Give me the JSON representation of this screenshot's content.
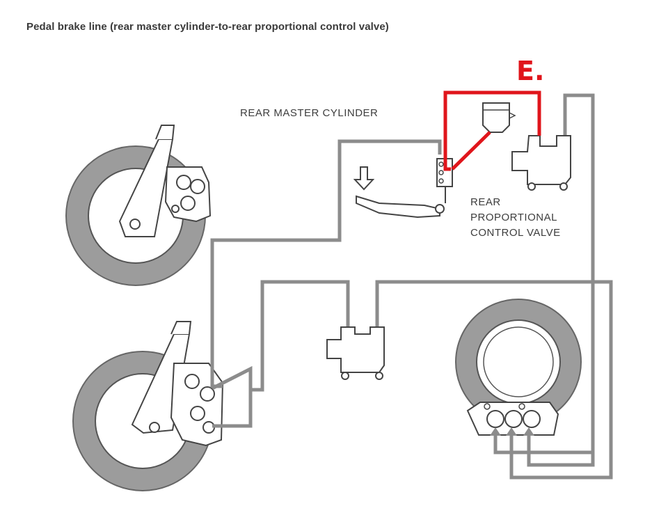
{
  "title": "Pedal brake line (rear master cylinder-to-rear proportional control valve)",
  "labels": {
    "rear_master_cylinder": "REAR MASTER CYLINDER",
    "rear_proportional_line1": "REAR",
    "rear_proportional_line2": "PROPORTIONAL",
    "rear_proportional_line3": "CONTROL VALVE"
  },
  "highlight_label": "E.",
  "colors": {
    "brake_line": "#8c8c8c",
    "highlight": "#e0151b",
    "tire": "#9a9a9a",
    "outline": "#4a4a4a"
  }
}
